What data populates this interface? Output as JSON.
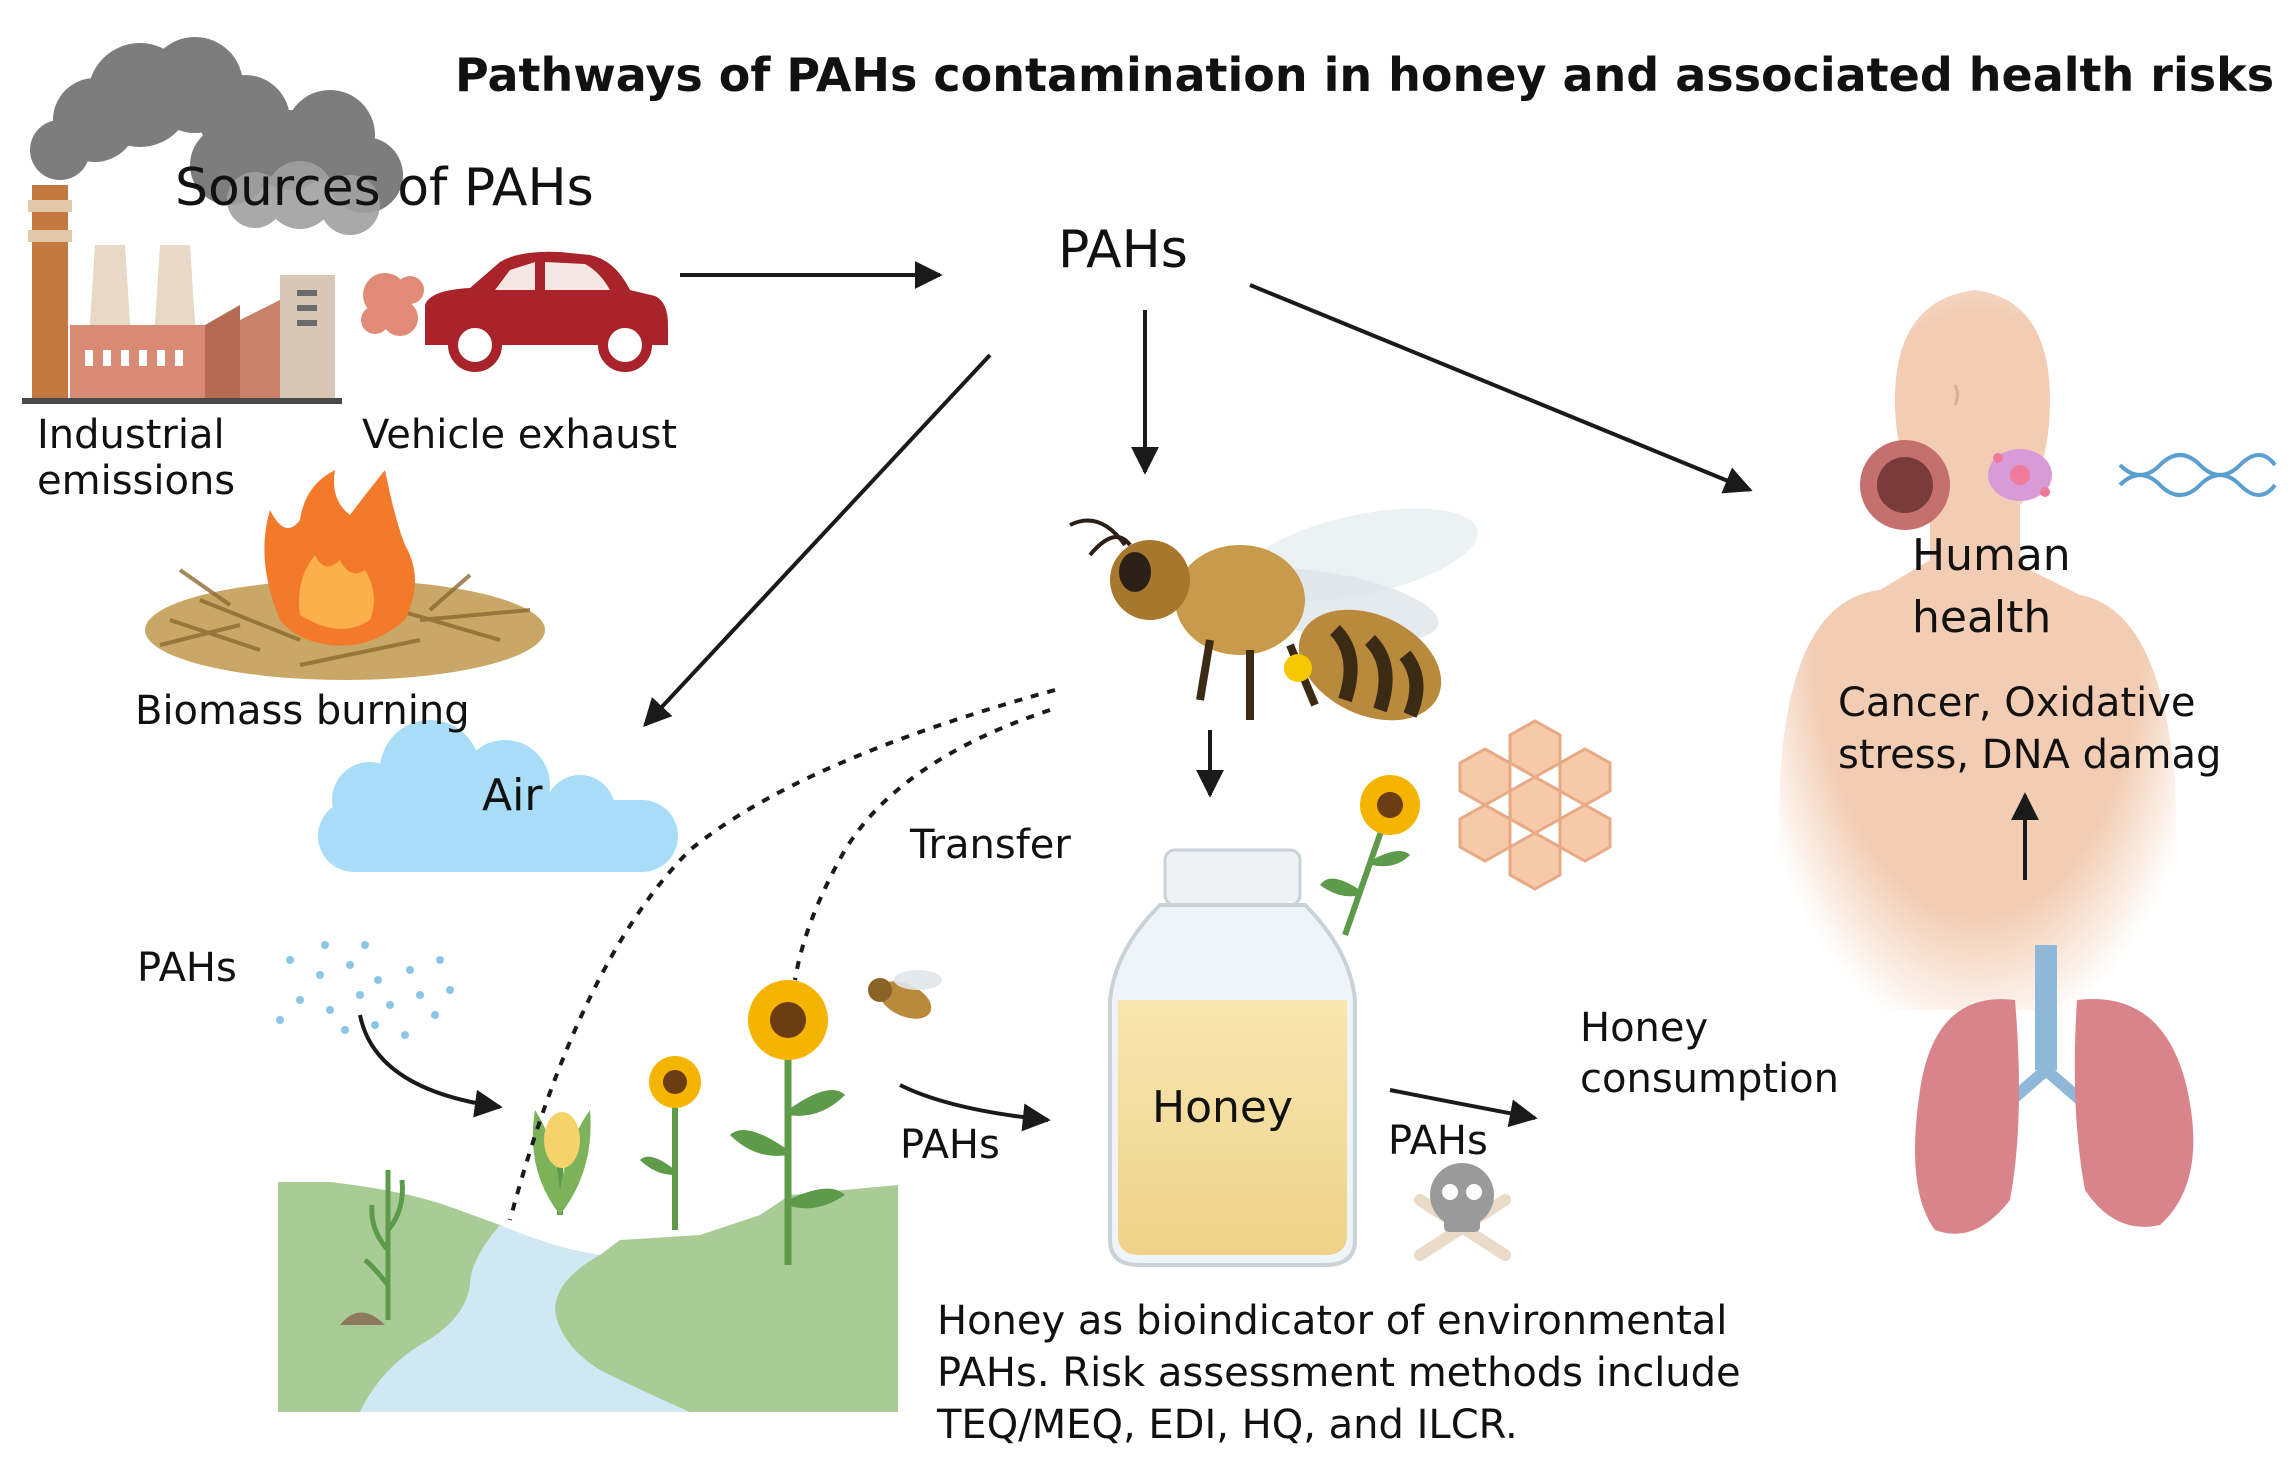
{
  "title": "Pathways of PAHs contamination in honey and associated health risks",
  "sources": {
    "heading": "Sources of PAHs",
    "industrial_line1": "Industrial",
    "industrial_line2": "emissions",
    "vehicle": "Vehicle exhaust",
    "biomass": "Biomass burning"
  },
  "center_pahs": "PAHs",
  "air": "Air",
  "transfer": "Transfer",
  "soil_pahs": "PAHs",
  "plant_to_honey_pahs": "PAHs",
  "honey_label": "Honey",
  "honey_to_consumption_pahs": "PAHs",
  "consumption_line1": "Honey",
  "consumption_line2": "consumption",
  "human": {
    "line1": "Human",
    "line2": "health",
    "effects_line1": "Cancer, Oxidative",
    "effects_line2": "stress, DNA damag"
  },
  "bioindicator": {
    "line1": "Honey as bioindicator of environmental",
    "line2": "PAHs. Risk assessment methods include",
    "line3": "TEQ/MEQ, EDI, HQ, and ILCR."
  },
  "colors": {
    "car": "#a8232a",
    "cloud": "#a9dcf6",
    "ground": "#a9cc96",
    "river": "#cfe8f4",
    "honey": "#f3dd9c",
    "skin": "#f2cdb4",
    "lungs": "#d9848b",
    "bee": "#b98a3c",
    "honeycomb": "#f6c9a8",
    "sunflower": "#f5b400",
    "flame": "#f47a2b",
    "smoke": "#7a7a7a"
  },
  "icons": [
    "factory-icon",
    "car-icon",
    "exhaust-smoke-icon",
    "fire-icon",
    "cloud-icon",
    "bee-icon",
    "honey-jar-icon",
    "honeycomb-icon",
    "sunflower-icon",
    "skull-crossbones-icon",
    "lungs-icon",
    "human-torso-icon",
    "tumor-icon",
    "cell-icon",
    "dna-icon"
  ]
}
